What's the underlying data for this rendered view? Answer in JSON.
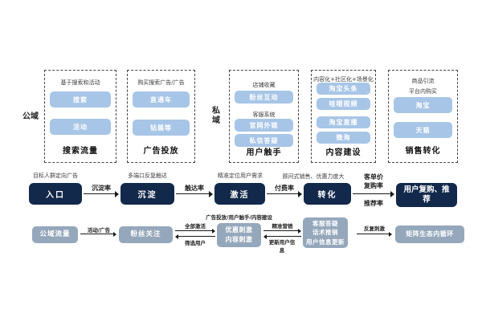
{
  "palette": {
    "light_blue": "#a7c5e7",
    "navy": "#13294b",
    "slate": "#95a7bb",
    "ink": "#1a1a1a"
  },
  "labels": {
    "public_domain": "公域",
    "private_domain": "私域"
  },
  "top_groups": {
    "search_traffic": {
      "note1": "基于搜索和活动",
      "item1": "搜索",
      "item2": "活动",
      "title": "搜索流量"
    },
    "ad_placement": {
      "note1": "购买搜索广告/广告",
      "item1": "直通车",
      "item2": "钻展等",
      "title": "广告投放"
    },
    "user_touchpoints": {
      "note1": "店铺收藏",
      "item1": "粉丝互动",
      "note2": "客服系统",
      "item2": "官网外链",
      "item3": "私信答疑",
      "title": "用户触手"
    },
    "content_building": {
      "note1": "内容化+社区化+场景化",
      "item1": "淘宝头条",
      "item2": "哇哦视频",
      "item3": "淘宝直播",
      "item4": "微淘",
      "title": "内容建设"
    },
    "sales_conversion": {
      "note1": "商品引流",
      "note2": "平台内购买",
      "item1": "淘宝",
      "item2": "天猫",
      "title": "销售转化"
    }
  },
  "main_flow": {
    "entry_note": "目标人群定向广告",
    "entry": "入口",
    "rate_settle": "沉淀率",
    "settle_note": "多端口反复触达",
    "settle": "沉淀",
    "rate_reach": "触达率",
    "activate_note": "精准定位用户需求",
    "activate": "激活",
    "rate_pay": "付费率",
    "convert_note": "顾问式销售、优惠力度大",
    "convert": "转化",
    "rate_aov": "客单价",
    "rate_repurchase": "复购率",
    "rate_referral": "推荐率",
    "repurchase": "用户复购、推荐"
  },
  "sub_flow": {
    "public_traffic": "公域流量",
    "arrow_campaign": "活动/广告",
    "fan_follow": "粉丝关注",
    "arrow_activate_all": "全部激活",
    "arrow_filter_users": "筛选用户",
    "stimulus_note": "广告投放/用户触手/内容建设",
    "stimulus_line1": "优惠刺激",
    "stimulus_line2": "内容刺激",
    "arrow_precision": "精准营销",
    "arrow_update_info": "更新用户信息",
    "service_line1": "客服答疑",
    "service_line2": "话术推销",
    "service_line3": "用户信息更新",
    "arrow_repeat": "反复刺激",
    "matrix_loop": "矩阵生态内循环"
  }
}
